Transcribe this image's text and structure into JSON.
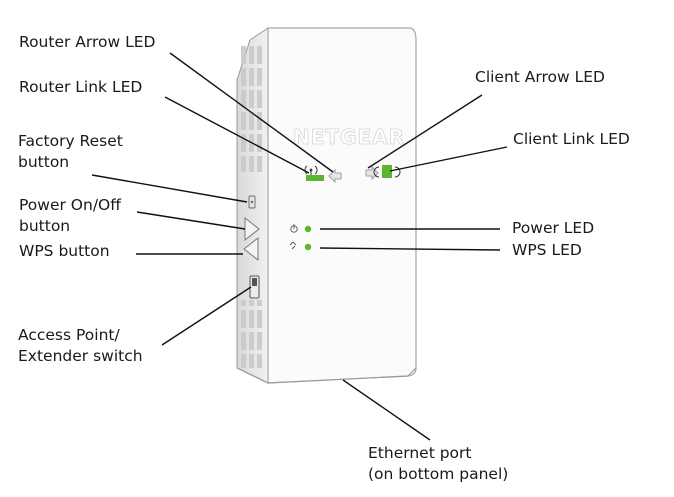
{
  "device": {
    "brand": "NETGEAR"
  },
  "labels": {
    "router_arrow_led": "Router Arrow LED",
    "router_link_led": "Router Link LED",
    "factory_reset_line1": "Factory Reset",
    "factory_reset_line2": "button",
    "power_onoff_line1": "Power On/Off",
    "power_onoff_line2": "button",
    "wps_button": "WPS button",
    "access_point_line1": "Access Point/",
    "access_point_line2": "Extender switch",
    "client_arrow_led": "Client Arrow LED",
    "client_link_led": "Client Link LED",
    "power_led": "Power LED",
    "wps_led": "WPS LED",
    "ethernet_line1": "Ethernet port",
    "ethernet_line2": "(on bottom panel)"
  },
  "colors": {
    "led_green": "#5cb531",
    "body": "#f9f9f9",
    "line": "#111111"
  }
}
